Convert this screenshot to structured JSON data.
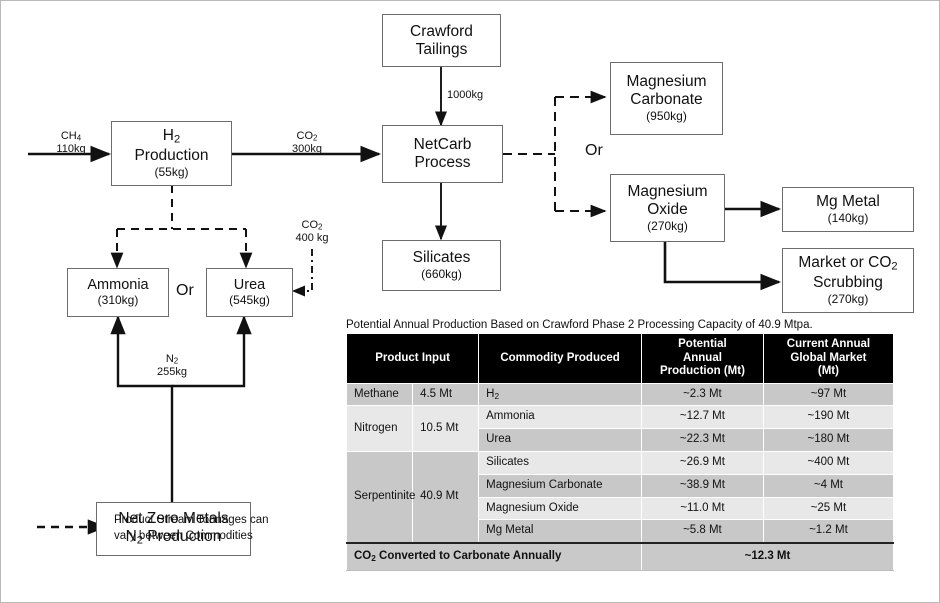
{
  "diagram": {
    "nodes": {
      "h2": {
        "title_main": "H",
        "title_sub": "2",
        "title_rest": "Production",
        "qty": "(55kg)"
      },
      "crawford": {
        "line1": "Crawford",
        "line2": "Tailings"
      },
      "netcarb": {
        "line1": "NetCarb",
        "line2": "Process"
      },
      "silicates": {
        "title": "Silicates",
        "qty": "(660kg)"
      },
      "mgcarbonate": {
        "line1": "Magnesium",
        "line2": "Carbonate",
        "qty": "(950kg)"
      },
      "mgoxide": {
        "line1": "Magnesium",
        "line2": "Oxide",
        "qty": "(270kg)"
      },
      "mgmetal": {
        "title": "Mg Metal",
        "qty": "(140kg)"
      },
      "marketco2": {
        "line1": "Market or CO",
        "line1_sub": "2",
        "line2": "Scrubbing",
        "qty": "(270kg)"
      },
      "ammonia": {
        "title": "Ammonia",
        "qty": "(310kg)"
      },
      "urea": {
        "title": "Urea",
        "qty": "(545kg)"
      },
      "nzm": {
        "line1": "Net Zero Metals",
        "line2_main": "N",
        "line2_sub": "2",
        "line2_rest": " Production"
      }
    },
    "edge_labels": {
      "ch4": {
        "species": "CH",
        "species_sub": "4",
        "mass": "110kg"
      },
      "co2_to_netcarb": {
        "species": "CO",
        "species_sub": "2",
        "mass": "300kg"
      },
      "tailings_feed": "1000kg",
      "co2_to_urea": {
        "species": "CO",
        "species_sub": "2",
        "mass": "400 kg"
      },
      "n2_feed": {
        "species": "N",
        "species_sub": "2",
        "mass": "255kg"
      }
    },
    "or_labels": {
      "mg_branch": "Or",
      "nitrogen_branch": "Or"
    },
    "legend": {
      "text_line1": "Product Stream Tonnages can",
      "text_line2": "vary between Commodities"
    }
  },
  "table": {
    "caption": "Potential Annual Production Based on Crawford Phase 2 Processing Capacity of 40.9 Mtpa.",
    "headers": {
      "product_input": "Product Input",
      "commodity_produced": "Commodity Produced",
      "potential_annual_production": "Potential Annual Production (Mt)",
      "potential_annual_production_l1": "Potential",
      "potential_annual_production_l2": "Annual",
      "potential_annual_production_l3": "Production (Mt)",
      "current_annual_global_market": "Current Annual Global Market (Mt)",
      "current_annual_global_market_l1": "Current Annual",
      "current_annual_global_market_l2": "Global Market",
      "current_annual_global_market_l3": "(Mt)"
    },
    "groups": [
      {
        "input_name": "Methane",
        "input_qty": "4.5 Mt",
        "rows": [
          {
            "commodity_main": "H",
            "commodity_sub": "2",
            "commodity": "H2",
            "production": "~2.3 Mt",
            "market": "~97 Mt"
          }
        ]
      },
      {
        "input_name": "Nitrogen",
        "input_qty": "10.5 Mt",
        "rows": [
          {
            "commodity": "Ammonia",
            "production": "~12.7 Mt",
            "market": "~190 Mt"
          },
          {
            "commodity": "Urea",
            "production": "~22.3 Mt",
            "market": "~180 Mt"
          }
        ]
      },
      {
        "input_name": "Serpentinite",
        "input_qty": "40.9 Mt",
        "rows": [
          {
            "commodity": "Silicates",
            "production": "~26.9 Mt",
            "market": "~400 Mt"
          },
          {
            "commodity": "Magnesium Carbonate",
            "production": "~38.9 Mt",
            "market": "~4 Mt"
          },
          {
            "commodity": "Magnesium Oxide",
            "production": "~11.0 Mt",
            "market": "~25 Mt"
          },
          {
            "commodity": "Mg Metal",
            "production": "~5.8 Mt",
            "market": "~1.2 Mt"
          }
        ]
      }
    ],
    "footer": {
      "label_main": "CO",
      "label_sub": "2",
      "label_rest": " Converted to Carbonate Annually",
      "value": "~12.3 Mt"
    }
  },
  "colors": {
    "header_bg": "#000000",
    "row_shade_dark": "#c8c8c8",
    "row_shade_light": "#e8e8e8",
    "box_border": "#6d6d6d",
    "line": "#111111"
  }
}
